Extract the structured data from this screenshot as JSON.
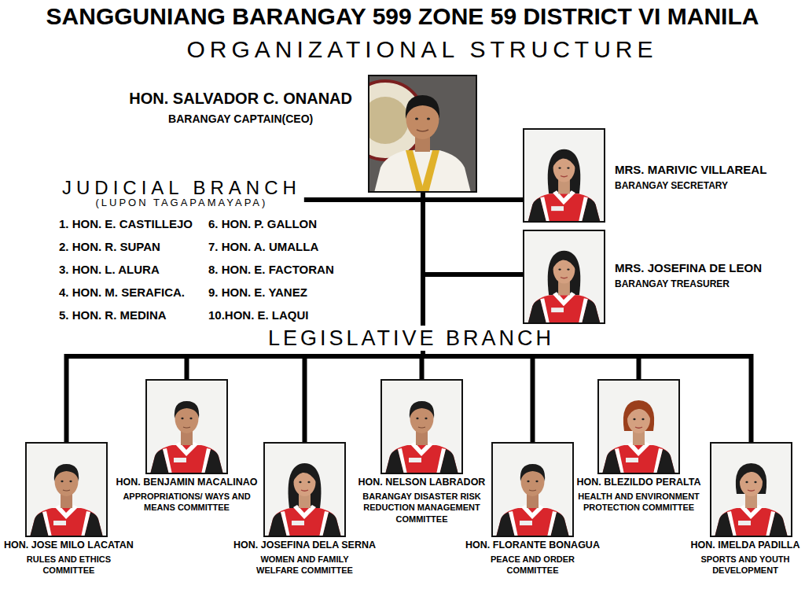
{
  "diagram": {
    "title": "SANGGUNIANG BARANGAY 599 ZONE 59 DISTRICT VI MANILA",
    "nodes": [
      {
        "text": [
          "HON. SALVADOR C. ONANAD",
          "BARANGAY CAPTAIN(CEO)"
        ]
      },
      {
        "text": [
          "MRS. MARIVIC VILLAREAL",
          "BARANGAY SECRETARY"
        ]
      },
      {
        "text": [
          "MRS. JOSEFINA DE LEON",
          "BARANGAY TREASURER"
        ]
      },
      {
        "text": [
          "JUDICIAL BRANCH",
          "(LUPON TAGAPAMAYAPA)"
        ]
      },
      {
        "text": [
          "LEGISLATIVE BRANCH"
        ]
      },
      {
        "text": [
          "HON. JOSE MILO LACATAN",
          "RULES AND ETHICS COMMITTEE"
        ]
      },
      {
        "text": [
          "HON. BENJAMIN MACALINAO",
          "APPROPRIATIONS/ WAYS AND MEANS COMMITTEE"
        ]
      },
      {
        "text": [
          "HON. JOSEFINA DELA SERNA",
          "WOMEN AND FAMILY WELFARE COMMITTEE"
        ]
      },
      {
        "text": [
          "HON. NELSON LABRADOR",
          "BARANGAY DISASTER RISK REDUCTION MANAGEMENT COMMITTEE"
        ]
      },
      {
        "text": [
          "HON. FLORANTE BONAGUA",
          "PEACE AND ORDER COMMITTEE"
        ]
      },
      {
        "text": [
          "HON. BLEZILDO PERALTA",
          "HEALTH AND ENVIRONMENT PROTECTION COMMITTEE"
        ]
      },
      {
        "text": [
          "HON. IMELDA PADILLA",
          "SPORTS AND YOUTH DEVELOPMENT"
        ]
      }
    ],
    "edges": [
      {
        "from": 0,
        "to": 1,
        "arrow": "none"
      },
      {
        "from": 0,
        "to": 2,
        "arrow": "none"
      },
      {
        "from": 0,
        "to": 3,
        "arrow": "none"
      },
      {
        "from": 0,
        "to": 4,
        "arrow": "none"
      },
      {
        "from": 4,
        "to": 5,
        "arrow": "none"
      },
      {
        "from": 4,
        "to": 6,
        "arrow": "none"
      },
      {
        "from": 4,
        "to": 7,
        "arrow": "none"
      },
      {
        "from": 4,
        "to": 8,
        "arrow": "none"
      },
      {
        "from": 4,
        "to": 9,
        "arrow": "none"
      },
      {
        "from": 4,
        "to": 10,
        "arrow": "none"
      },
      {
        "from": 4,
        "to": 11,
        "arrow": "none"
      }
    ],
    "labels": [
      "ORGANIZATIONAL STRUCTURE",
      "1. HON. E. CASTILLEJO",
      "2. HON. R. SUPAN",
      "3. HON. L. ALURA",
      "4. HON. M. SERAFICA.",
      "5. HON. R. MEDINA",
      "6. HON. P. GALLON",
      "7. HON. A. UMALLA",
      "8. HON. E. FACTORAN",
      "9. HON. E. YANEZ",
      "10.HON. E. LAQUI"
    ]
  }
}
